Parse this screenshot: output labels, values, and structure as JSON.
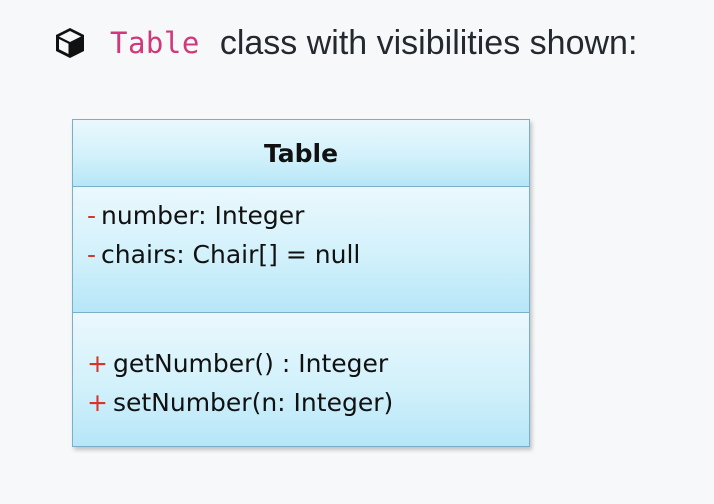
{
  "heading": {
    "icon": "cube-icon",
    "code_name": "Table",
    "text": "class with visibilities shown:"
  },
  "uml_class": {
    "name": "Table",
    "attributes": [
      {
        "visibility": "-",
        "text": "number: Integer"
      },
      {
        "visibility": "-",
        "text": "chairs: Chair[] = null"
      }
    ],
    "operations": [
      {
        "visibility": "+",
        "text": "getNumber() : Integer"
      },
      {
        "visibility": "+",
        "text": "setNumber(n: Integer)"
      }
    ]
  },
  "colors": {
    "code_name": "#d1387a",
    "visibility_marker": "#d9342b",
    "class_fill": "#d2f1fb",
    "class_border": "#7aaec9"
  }
}
